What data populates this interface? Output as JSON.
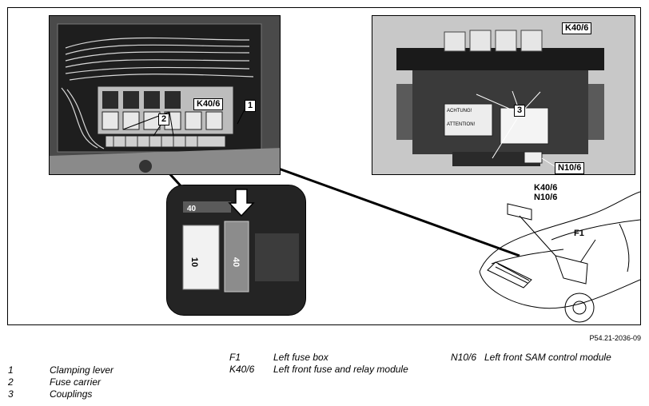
{
  "callouts": {
    "main_k40": "K40/6",
    "main_2": "2",
    "main_1": "1",
    "module_k40": "K40/6",
    "module_3": "3",
    "module_n10": "N10/6",
    "car_k40": "K40/6",
    "car_n10": "N10/6",
    "car_f1": "F1"
  },
  "fuse_labels": {
    "left": "10",
    "right": "40",
    "top": "40"
  },
  "module_stickers": {
    "warning": "ACHTUNG!",
    "attention": "ATTENTION!"
  },
  "reference_code": "P54.21-2036-09",
  "legend": {
    "numbered": [
      {
        "key": "1",
        "text": "Clamping lever"
      },
      {
        "key": "2",
        "text": "Fuse carrier"
      },
      {
        "key": "3",
        "text": "Couplings"
      }
    ],
    "components": [
      {
        "key": "F1",
        "text": "Left fuse box"
      },
      {
        "key": "K40/6",
        "text": "Left front fuse and relay module"
      }
    ],
    "controls": [
      {
        "key": "N10/6",
        "text": "Left front SAM control module"
      }
    ]
  }
}
